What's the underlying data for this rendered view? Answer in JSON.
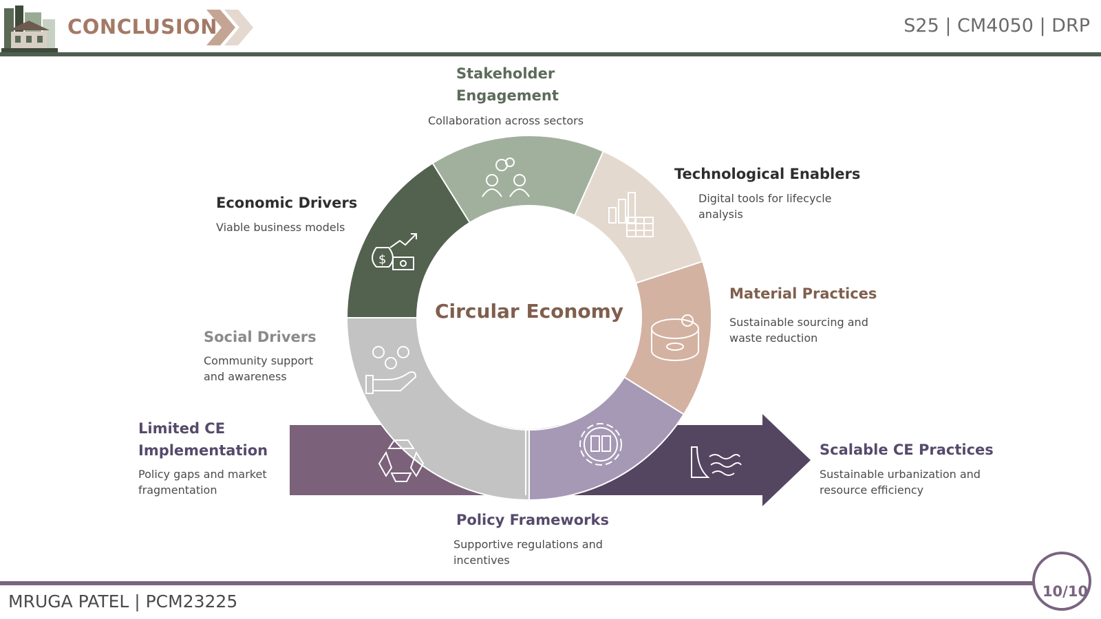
{
  "header": {
    "section_title": "CONCLUSION",
    "course": "S25 | CM4050 | DRP"
  },
  "footer": {
    "author": "MRUGA PATEL | PCM23225",
    "page": "10/10"
  },
  "center_label": "Circular Economy",
  "segments": [
    {
      "id": "stakeholder",
      "title_line1": "Stakeholder",
      "title_line2": "Engagement",
      "desc": "Collaboration across sectors",
      "color": "#a1b09d",
      "title_color": "#5c6b5a",
      "icon": "people-connect-icon"
    },
    {
      "id": "technological",
      "title": "Technological Enablers",
      "desc_line1": "Digital tools for lifecycle",
      "desc_line2": "analysis",
      "color": "#e3d9cf",
      "title_color": "#2e2e2e",
      "icon": "chart-table-icon"
    },
    {
      "id": "material",
      "title": "Material Practices",
      "desc_line1": "Sustainable sourcing and",
      "desc_line2": "waste reduction",
      "color": "#d3b2a1",
      "title_color": "#7f5f4d",
      "icon": "can-icon"
    },
    {
      "id": "policy",
      "title": "Policy Frameworks",
      "desc_line1": "Supportive regulations and",
      "desc_line2": "incentives",
      "color": "#a699b5",
      "title_color": "#564a6b",
      "icon": "gear-document-icon"
    },
    {
      "id": "social",
      "title": "Social Drivers",
      "desc_line1": "Community support",
      "desc_line2": "and awareness",
      "color": "#c3c3c3",
      "title_color": "#8a8a8a",
      "icon": "hand-people-icon"
    },
    {
      "id": "economic",
      "title": "Economic Drivers",
      "desc": "Viable business models",
      "color": "#53614f",
      "title_color": "#2e2e2e",
      "icon": "money-growth-icon"
    }
  ],
  "arrow": {
    "left_title_line1": "Limited CE",
    "left_title_line2": "Implementation",
    "left_desc_line1": "Policy gaps and market",
    "left_desc_line2": "fragmentation",
    "right_title": "Scalable CE Practices",
    "right_desc_line1": "Sustainable urbanization and",
    "right_desc_line2": "resource efficiency",
    "left_color": "#7b6179",
    "right_color": "#544660",
    "left_icon": "recycle-icon",
    "right_icon": "dam-water-icon"
  }
}
